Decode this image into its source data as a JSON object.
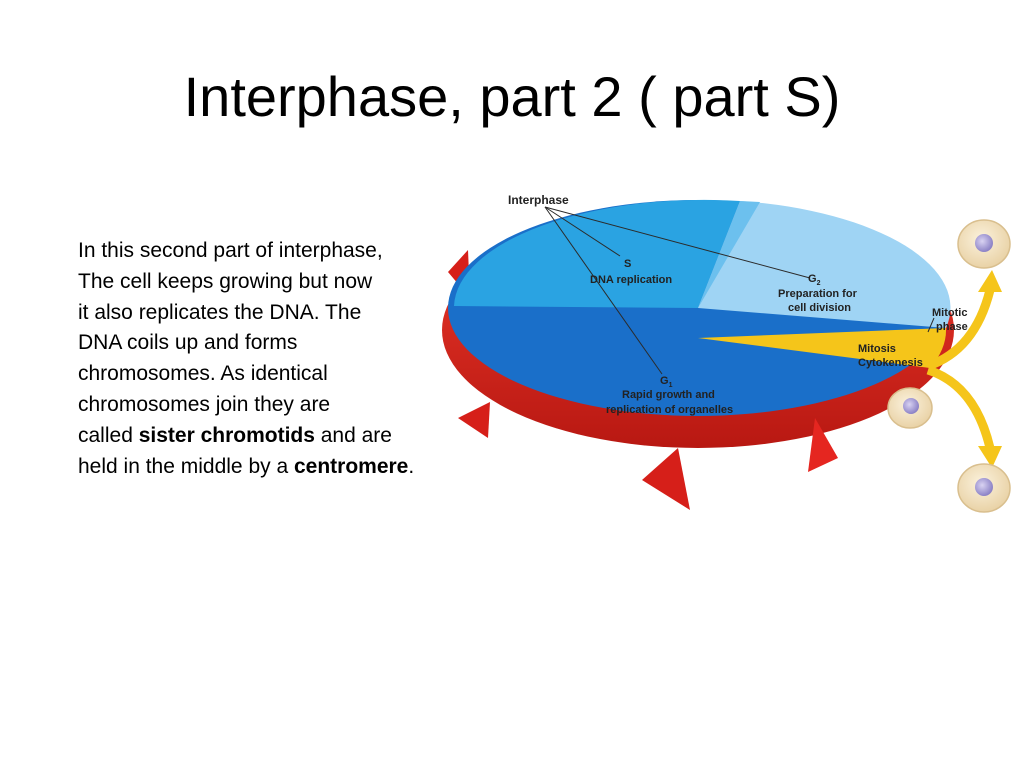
{
  "slide": {
    "title": "Interphase, part 2 ( part S)",
    "paragraph": {
      "line1": "In this second part of interphase,",
      "line2": "The cell keeps growing but now",
      "line3": "it also replicates the DNA.  The",
      "line4": "DNA coils up and forms",
      "line5": "chromosomes.  As identical",
      "line6": "chromosomes join they are",
      "line7_pre": "called ",
      "line7_bold": "sister chromotids",
      "line7_post": " and are",
      "line8_pre": "held in the middle by a ",
      "line8_bold": "centromere",
      "line8_post": "."
    }
  },
  "diagram": {
    "interphase": "Interphase",
    "s_phase": "S",
    "s_desc": "DNA replication",
    "g2_phase": "G",
    "g2_sub": "2",
    "g2_desc_1": "Preparation for",
    "g2_desc_2": "cell division",
    "g1_phase": "G",
    "g1_sub": "1",
    "g1_desc_1": "Rapid growth and",
    "g1_desc_2": "replication of organelles",
    "mitotic_1": "Mitotic",
    "mitotic_2": "phase",
    "mitosis": "Mitosis",
    "cytokinesis": "Cytokenesis",
    "colors": {
      "g1": "#1a6fc9",
      "s": "#2aa3e2",
      "g2": "#9fd4f4",
      "mitotic": "#f5c51a",
      "ring": "#e52620",
      "cell": "#f4e4c4"
    }
  }
}
